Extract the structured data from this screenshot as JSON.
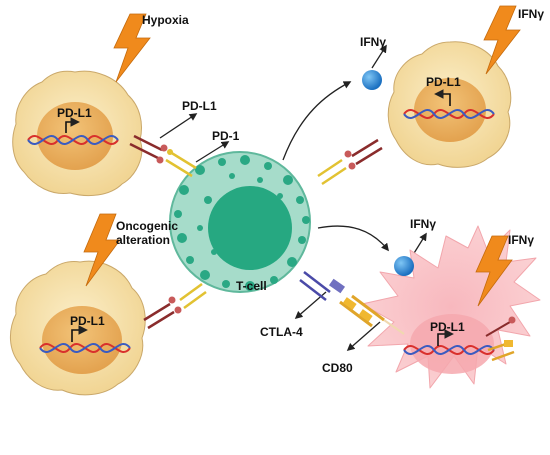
{
  "labels": {
    "hypoxia": "Hypoxia",
    "oncogenic_line1": "Oncogenic",
    "oncogenic_line2": "alteration",
    "ifng_top": "IFNγ",
    "ifng_top_right": "IFNγ",
    "ifng_middle": "IFNγ",
    "ifng_bottom_right": "IFNγ",
    "pdl1_released": "PD-L1",
    "pd1": "PD-1",
    "pdl1_cell_top_left": "PD-L1",
    "pdl1_cell_top_right": "PD-L1",
    "pdl1_cell_bottom_left": "PD-L1",
    "pdl1_cell_dendritic": "PD-L1",
    "tcell": "T-cell",
    "ctla4": "CTLA-4",
    "cd80": "CD80"
  },
  "icons": [
    "lightning-bolt-icon",
    "dna-helix-icon",
    "ifn-gamma-molecule-icon",
    "pd-l1-receptor-icon",
    "pd-1-receptor-icon"
  ],
  "colors": {
    "tumor_cell_fill": "#f6e2ad",
    "tumor_nucleus": "#eab262",
    "tcell_outer": "#9ed9c6",
    "tcell_inner": "#1fa47c",
    "dendritic_cell": "#fbc5c8",
    "lightning": "#f08a1c",
    "ifng": "#2f8fd8",
    "dna_red": "#d9302c",
    "dna_blue": "#3b5bc0",
    "pdl1_receptor": "#8a2c2c",
    "pd1_receptor": "#e2c232"
  }
}
